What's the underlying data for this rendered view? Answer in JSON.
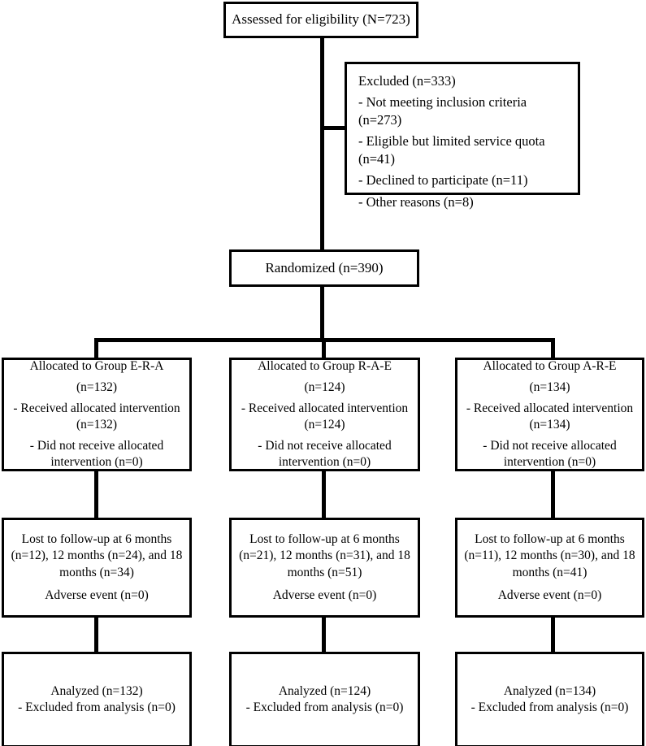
{
  "figure": {
    "type": "consort-flow-diagram",
    "title": "CONSORT participant flow diagram"
  },
  "nodes": {
    "assessed": {
      "lines": [
        "Assessed for eligibility (N=723)"
      ]
    },
    "excluded": {
      "lines": [
        "Excluded (n=333)",
        "- Not meeting inclusion criteria (n=273)",
        "- Eligible but limited service quota (n=41)",
        "- Declined to participate (n=11)",
        "- Other reasons (n=8)"
      ]
    },
    "randomized": {
      "lines": [
        "Randomized (n=390)"
      ]
    }
  },
  "arms": [
    {
      "id": "arm-era",
      "allocation": {
        "group": "Allocated to Group E-R-A",
        "group_n": "(n=132)",
        "received": "- Received allocated intervention",
        "received_n": "(n=132)",
        "not_received": "- Did not receive allocated",
        "not_received_n": "intervention (n=0)"
      },
      "followup": {
        "lost_line1": "Lost to follow-up at 6 months",
        "lost_line2": "(n=12), 12 months (n=24), and 18",
        "lost_line3": "months (n=34)",
        "adverse": "Adverse event (n=0)"
      },
      "analysis": {
        "analyzed": "Analyzed (n=132)",
        "excluded": "- Excluded from analysis (n=0)"
      }
    },
    {
      "id": "arm-rae",
      "allocation": {
        "group": "Allocated to Group R-A-E",
        "group_n": "(n=124)",
        "received": "- Received allocated intervention",
        "received_n": "(n=124)",
        "not_received": "- Did not receive allocated",
        "not_received_n": "intervention (n=0)"
      },
      "followup": {
        "lost_line1": "Lost to follow-up at 6 months",
        "lost_line2": "(n=21), 12 months (n=31), and 18",
        "lost_line3": "months (n=51)",
        "adverse": "Adverse event (n=0)"
      },
      "analysis": {
        "analyzed": "Analyzed (n=124)",
        "excluded": "- Excluded from analysis (n=0)"
      }
    },
    {
      "id": "arm-are",
      "allocation": {
        "group": "Allocated to Group A-R-E",
        "group_n": "(n=134)",
        "received": "- Received allocated intervention",
        "received_n": "(n=134)",
        "not_received": "- Did not receive allocated",
        "not_received_n": "intervention (n=0)"
      },
      "followup": {
        "lost_line1": "Lost to follow-up at 6 months",
        "lost_line2": "(n=11), 12 months (n=30), and 18",
        "lost_line3": "months (n=41)",
        "adverse": "Adverse event (n=0)"
      },
      "analysis": {
        "analyzed": "Analyzed (n=134)",
        "excluded": "- Excluded from analysis (n=0)"
      }
    }
  ],
  "counts": {
    "assessed": 723,
    "excluded_total": 333,
    "excluded_not_meeting_criteria": 273,
    "excluded_limited_quota": 41,
    "excluded_declined": 11,
    "excluded_other": 8,
    "randomized": 390,
    "allocated_era": 132,
    "allocated_rae": 124,
    "allocated_are": 134,
    "analyzed_era": 132,
    "analyzed_rae": 124,
    "analyzed_are": 134
  },
  "style": {
    "line_color": "#000000",
    "box_fill": "#ffffff",
    "background": "#ffffff"
  }
}
